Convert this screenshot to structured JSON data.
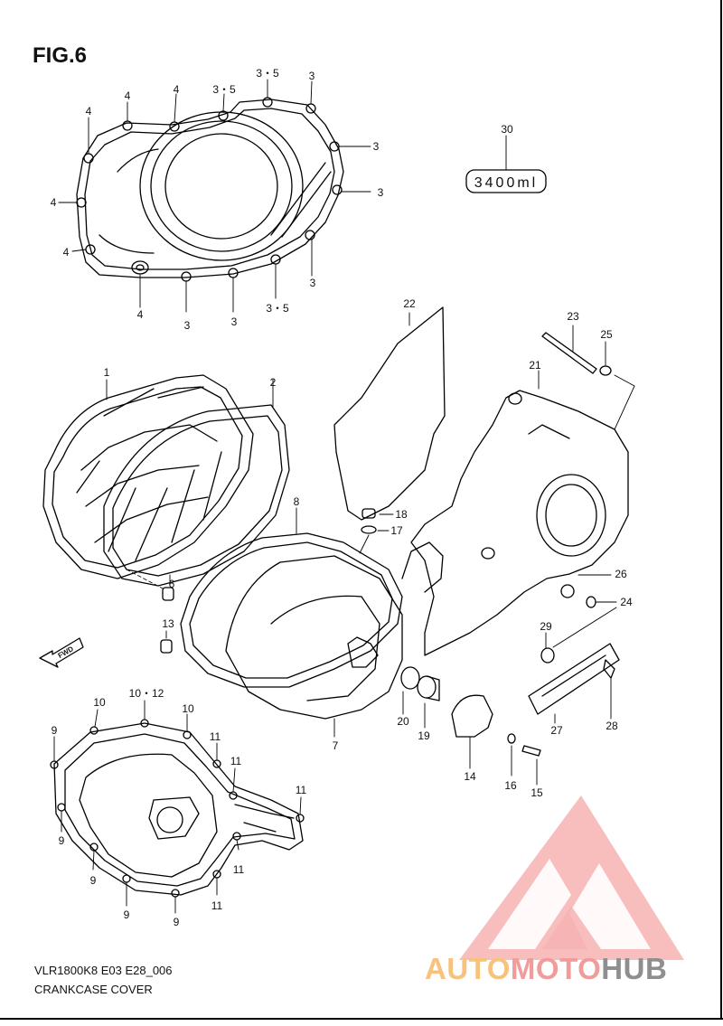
{
  "figure": {
    "title": "FIG.6",
    "model_code": "VLR1800K8 E03 E28_006",
    "caption": "CRANKCASE COVER"
  },
  "callouts": {
    "c1": "1",
    "c2": "2",
    "c3": "3",
    "c4": "4",
    "c35": "3・5",
    "c6": "6",
    "c7": "7",
    "c8": "8",
    "c9": "9",
    "c10": "10",
    "c1012": "10・12",
    "c11": "11",
    "c13": "13",
    "c14": "14",
    "c15": "15",
    "c16": "16",
    "c17": "17",
    "c18": "18",
    "c19": "19",
    "c20": "20",
    "c21": "21",
    "c22": "22",
    "c23": "23",
    "c24": "24",
    "c25": "25",
    "c26": "26",
    "c27": "27",
    "c28": "28",
    "c29": "29",
    "c30": "30"
  },
  "sealant_label": "3400ml",
  "fwd_label": "FWD",
  "watermark": {
    "part1": "AUTO",
    "part2": "MOTO",
    "part3": "HUB"
  },
  "colors": {
    "watermark_orange": "#f6c27c",
    "watermark_red": "#f29b9b",
    "watermark_gray": "#8f8f8f",
    "line": "#000000"
  }
}
